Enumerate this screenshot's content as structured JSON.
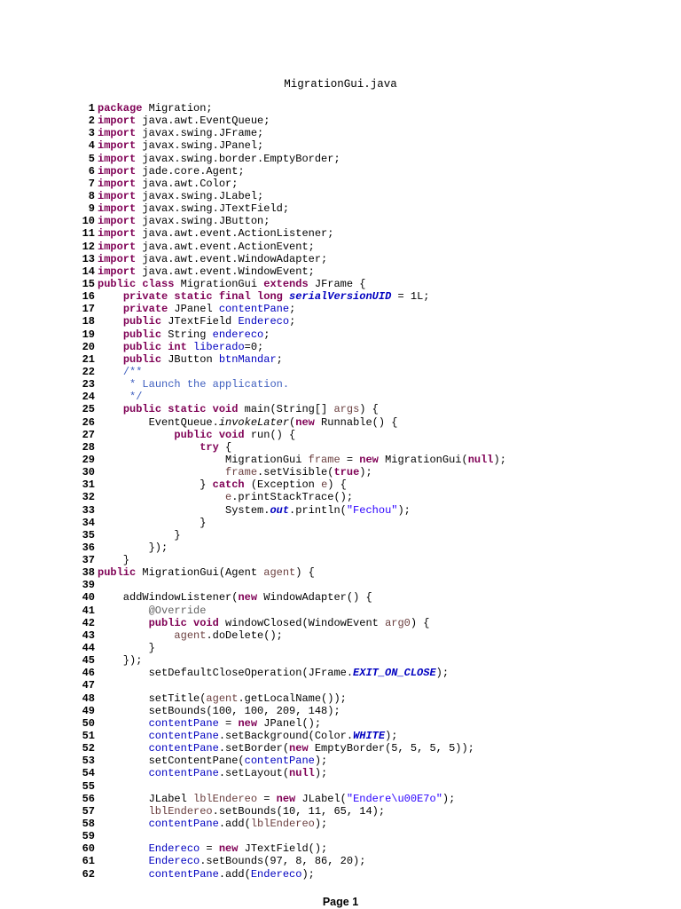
{
  "document": {
    "title": "MigrationGui.java",
    "footer": "Page 1"
  },
  "code_lines": [
    {
      "n": "1",
      "t": [
        [
          "package",
          "kw"
        ],
        [
          " Migration;",
          ""
        ]
      ]
    },
    {
      "n": "2",
      "t": [
        [
          "import",
          "kw"
        ],
        [
          " java.awt.EventQueue;",
          ""
        ]
      ]
    },
    {
      "n": "3",
      "t": [
        [
          "import",
          "kw"
        ],
        [
          " javax.swing.JFrame;",
          ""
        ]
      ]
    },
    {
      "n": "4",
      "t": [
        [
          "import",
          "kw"
        ],
        [
          " javax.swing.JPanel;",
          ""
        ]
      ]
    },
    {
      "n": "5",
      "t": [
        [
          "import",
          "kw"
        ],
        [
          " javax.swing.border.EmptyBorder;",
          ""
        ]
      ]
    },
    {
      "n": "6",
      "t": [
        [
          "import",
          "kw"
        ],
        [
          " jade.core.Agent;",
          ""
        ]
      ]
    },
    {
      "n": "7",
      "t": [
        [
          "import",
          "kw"
        ],
        [
          " java.awt.Color;",
          ""
        ]
      ]
    },
    {
      "n": "8",
      "t": [
        [
          "import",
          "kw"
        ],
        [
          " javax.swing.JLabel;",
          ""
        ]
      ]
    },
    {
      "n": "9",
      "t": [
        [
          "import",
          "kw"
        ],
        [
          " javax.swing.JTextField;",
          ""
        ]
      ]
    },
    {
      "n": "10",
      "t": [
        [
          "import",
          "kw"
        ],
        [
          " javax.swing.JButton;",
          ""
        ]
      ]
    },
    {
      "n": "11",
      "t": [
        [
          "import",
          "kw"
        ],
        [
          " java.awt.event.ActionListener;",
          ""
        ]
      ]
    },
    {
      "n": "12",
      "t": [
        [
          "import",
          "kw"
        ],
        [
          " java.awt.event.ActionEvent;",
          ""
        ]
      ]
    },
    {
      "n": "13",
      "t": [
        [
          "import",
          "kw"
        ],
        [
          " java.awt.event.WindowAdapter;",
          ""
        ]
      ]
    },
    {
      "n": "14",
      "t": [
        [
          "import",
          "kw"
        ],
        [
          " java.awt.event.WindowEvent;",
          ""
        ]
      ]
    },
    {
      "n": "15",
      "t": [
        [
          "public class",
          "kw"
        ],
        [
          " MigrationGui ",
          ""
        ],
        [
          "extends",
          "kw"
        ],
        [
          " JFrame {",
          ""
        ]
      ]
    },
    {
      "n": "16",
      "t": [
        [
          "    ",
          ""
        ],
        [
          "private static final long",
          "kw"
        ],
        [
          " ",
          ""
        ],
        [
          "serialVersionUID",
          "sfield"
        ],
        [
          " = 1L;",
          ""
        ]
      ]
    },
    {
      "n": "17",
      "t": [
        [
          "    ",
          ""
        ],
        [
          "private",
          "kw"
        ],
        [
          " JPanel ",
          ""
        ],
        [
          "contentPane",
          "field"
        ],
        [
          ";",
          ""
        ]
      ]
    },
    {
      "n": "18",
      "t": [
        [
          "    ",
          ""
        ],
        [
          "public",
          "kw"
        ],
        [
          " JTextField ",
          ""
        ],
        [
          "Endereco",
          "field"
        ],
        [
          ";",
          ""
        ]
      ]
    },
    {
      "n": "19",
      "t": [
        [
          "    ",
          ""
        ],
        [
          "public",
          "kw"
        ],
        [
          " String ",
          ""
        ],
        [
          "endereco",
          "field"
        ],
        [
          ";",
          ""
        ]
      ]
    },
    {
      "n": "20",
      "t": [
        [
          "    ",
          ""
        ],
        [
          "public int",
          "kw"
        ],
        [
          " ",
          ""
        ],
        [
          "liberado",
          "field"
        ],
        [
          "=0;",
          ""
        ]
      ]
    },
    {
      "n": "21",
      "t": [
        [
          "    ",
          ""
        ],
        [
          "public",
          "kw"
        ],
        [
          " JButton ",
          ""
        ],
        [
          "btnMandar",
          "field"
        ],
        [
          ";",
          ""
        ]
      ]
    },
    {
      "n": "22",
      "t": [
        [
          "    ",
          ""
        ],
        [
          "/**",
          "cm"
        ]
      ]
    },
    {
      "n": "23",
      "t": [
        [
          "    ",
          ""
        ],
        [
          " * Launch the application.",
          "cm"
        ]
      ]
    },
    {
      "n": "24",
      "t": [
        [
          "    ",
          ""
        ],
        [
          " */",
          "cm"
        ]
      ]
    },
    {
      "n": "25",
      "t": [
        [
          "    ",
          ""
        ],
        [
          "public static void",
          "kw"
        ],
        [
          " main(String[] ",
          ""
        ],
        [
          "args",
          "var"
        ],
        [
          ") {",
          ""
        ]
      ]
    },
    {
      "n": "26",
      "t": [
        [
          "        EventQueue.",
          ""
        ],
        [
          "invokeLater",
          "it"
        ],
        [
          "(",
          ""
        ],
        [
          "new",
          "kw"
        ],
        [
          " Runnable() {",
          ""
        ]
      ]
    },
    {
      "n": "27",
      "t": [
        [
          "            ",
          ""
        ],
        [
          "public void",
          "kw"
        ],
        [
          " run() {",
          ""
        ]
      ]
    },
    {
      "n": "28",
      "t": [
        [
          "                ",
          ""
        ],
        [
          "try",
          "kw"
        ],
        [
          " {",
          ""
        ]
      ]
    },
    {
      "n": "29",
      "t": [
        [
          "                    MigrationGui ",
          ""
        ],
        [
          "frame",
          "var"
        ],
        [
          " = ",
          ""
        ],
        [
          "new",
          "kw"
        ],
        [
          " MigrationGui(",
          ""
        ],
        [
          "null",
          "kw"
        ],
        [
          ");",
          ""
        ]
      ]
    },
    {
      "n": "30",
      "t": [
        [
          "                    ",
          ""
        ],
        [
          "frame",
          "var"
        ],
        [
          ".setVisible(",
          ""
        ],
        [
          "true",
          "kw"
        ],
        [
          ");",
          ""
        ]
      ]
    },
    {
      "n": "31",
      "t": [
        [
          "                } ",
          ""
        ],
        [
          "catch",
          "kw"
        ],
        [
          " (Exception ",
          ""
        ],
        [
          "e",
          "var"
        ],
        [
          ") {",
          ""
        ]
      ]
    },
    {
      "n": "32",
      "t": [
        [
          "                    ",
          ""
        ],
        [
          "e",
          "var"
        ],
        [
          ".printStackTrace();",
          ""
        ]
      ]
    },
    {
      "n": "33",
      "t": [
        [
          "                    System.",
          ""
        ],
        [
          "out",
          "sfield"
        ],
        [
          ".println(",
          ""
        ],
        [
          "\"Fechou\"",
          "str"
        ],
        [
          ");",
          ""
        ]
      ]
    },
    {
      "n": "34",
      "t": [
        [
          "                }",
          ""
        ]
      ]
    },
    {
      "n": "35",
      "t": [
        [
          "            }",
          ""
        ]
      ]
    },
    {
      "n": "36",
      "t": [
        [
          "        });",
          ""
        ]
      ]
    },
    {
      "n": "37",
      "t": [
        [
          "    }",
          ""
        ]
      ]
    },
    {
      "n": "38",
      "t": [
        [
          "public",
          "kw"
        ],
        [
          " MigrationGui(Agent ",
          ""
        ],
        [
          "agent",
          "var"
        ],
        [
          ") {",
          ""
        ]
      ]
    },
    {
      "n": "39",
      "t": [
        [
          "",
          ""
        ]
      ]
    },
    {
      "n": "40",
      "t": [
        [
          "    addWindowListener(",
          ""
        ],
        [
          "new",
          "kw"
        ],
        [
          " WindowAdapter() {",
          ""
        ]
      ]
    },
    {
      "n": "41",
      "t": [
        [
          "        ",
          ""
        ],
        [
          "@Override",
          "ann"
        ]
      ]
    },
    {
      "n": "42",
      "t": [
        [
          "        ",
          ""
        ],
        [
          "public void",
          "kw"
        ],
        [
          " windowClosed(WindowEvent ",
          ""
        ],
        [
          "arg0",
          "var"
        ],
        [
          ") {",
          ""
        ]
      ]
    },
    {
      "n": "43",
      "t": [
        [
          "            ",
          ""
        ],
        [
          "agent",
          "var"
        ],
        [
          ".doDelete();",
          ""
        ]
      ]
    },
    {
      "n": "44",
      "t": [
        [
          "        }",
          ""
        ]
      ]
    },
    {
      "n": "45",
      "t": [
        [
          "    });",
          ""
        ]
      ]
    },
    {
      "n": "46",
      "t": [
        [
          "        setDefaultCloseOperation(JFrame.",
          ""
        ],
        [
          "EXIT_ON_CLOSE",
          "sfield"
        ],
        [
          ");",
          ""
        ]
      ]
    },
    {
      "n": "47",
      "t": [
        [
          "",
          ""
        ]
      ]
    },
    {
      "n": "48",
      "t": [
        [
          "        setTitle(",
          ""
        ],
        [
          "agent",
          "var"
        ],
        [
          ".getLocalName());",
          ""
        ]
      ]
    },
    {
      "n": "49",
      "t": [
        [
          "        setBounds(100, 100, 209, 148);",
          ""
        ]
      ]
    },
    {
      "n": "50",
      "t": [
        [
          "        ",
          ""
        ],
        [
          "contentPane",
          "field"
        ],
        [
          " = ",
          ""
        ],
        [
          "new",
          "kw"
        ],
        [
          " JPanel();",
          ""
        ]
      ]
    },
    {
      "n": "51",
      "t": [
        [
          "        ",
          ""
        ],
        [
          "contentPane",
          "field"
        ],
        [
          ".setBackground(Color.",
          ""
        ],
        [
          "WHITE",
          "sfield"
        ],
        [
          ");",
          ""
        ]
      ]
    },
    {
      "n": "52",
      "t": [
        [
          "        ",
          ""
        ],
        [
          "contentPane",
          "field"
        ],
        [
          ".setBorder(",
          ""
        ],
        [
          "new",
          "kw"
        ],
        [
          " EmptyBorder(5, 5, 5, 5));",
          ""
        ]
      ]
    },
    {
      "n": "53",
      "t": [
        [
          "        setContentPane(",
          ""
        ],
        [
          "contentPane",
          "field"
        ],
        [
          ");",
          ""
        ]
      ]
    },
    {
      "n": "54",
      "t": [
        [
          "        ",
          ""
        ],
        [
          "contentPane",
          "field"
        ],
        [
          ".setLayout(",
          ""
        ],
        [
          "null",
          "kw"
        ],
        [
          ");",
          ""
        ]
      ]
    },
    {
      "n": "55",
      "t": [
        [
          "",
          ""
        ]
      ]
    },
    {
      "n": "56",
      "t": [
        [
          "        JLabel ",
          ""
        ],
        [
          "lblEndereo",
          "var"
        ],
        [
          " = ",
          ""
        ],
        [
          "new",
          "kw"
        ],
        [
          " JLabel(",
          ""
        ],
        [
          "\"Endere\\u00E7o\"",
          "str"
        ],
        [
          ");",
          ""
        ]
      ]
    },
    {
      "n": "57",
      "t": [
        [
          "        ",
          ""
        ],
        [
          "lblEndereo",
          "var"
        ],
        [
          ".setBounds(10, 11, 65, 14);",
          ""
        ]
      ]
    },
    {
      "n": "58",
      "t": [
        [
          "        ",
          ""
        ],
        [
          "contentPane",
          "field"
        ],
        [
          ".add(",
          ""
        ],
        [
          "lblEndereo",
          "var"
        ],
        [
          ");",
          ""
        ]
      ]
    },
    {
      "n": "59",
      "t": [
        [
          "",
          ""
        ]
      ]
    },
    {
      "n": "60",
      "t": [
        [
          "        ",
          ""
        ],
        [
          "Endereco",
          "field"
        ],
        [
          " = ",
          ""
        ],
        [
          "new",
          "kw"
        ],
        [
          " JTextField();",
          ""
        ]
      ]
    },
    {
      "n": "61",
      "t": [
        [
          "        ",
          ""
        ],
        [
          "Endereco",
          "field"
        ],
        [
          ".setBounds(97, 8, 86, 20);",
          ""
        ]
      ]
    },
    {
      "n": "62",
      "t": [
        [
          "        ",
          ""
        ],
        [
          "contentPane",
          "field"
        ],
        [
          ".add(",
          ""
        ],
        [
          "Endereco",
          "field"
        ],
        [
          ");",
          ""
        ]
      ]
    }
  ]
}
